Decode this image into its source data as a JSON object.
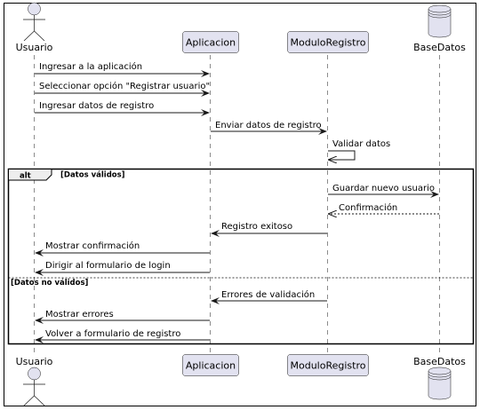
{
  "participants": [
    {
      "id": "usuario",
      "label": "Usuario",
      "kind": "actor"
    },
    {
      "id": "aplicacion",
      "label": "Aplicacion",
      "kind": "participant"
    },
    {
      "id": "modulo",
      "label": "ModuloRegistro",
      "kind": "participant"
    },
    {
      "id": "base",
      "label": "BaseDatos",
      "kind": "database"
    }
  ],
  "messages": [
    {
      "label": "Ingresar a la aplicación",
      "from": "usuario",
      "to": "aplicacion",
      "style": "solid"
    },
    {
      "label": "Seleccionar opción \"Registrar usuario\"",
      "from": "usuario",
      "to": "aplicacion",
      "style": "solid"
    },
    {
      "label": "Ingresar datos de registro",
      "from": "usuario",
      "to": "aplicacion",
      "style": "solid"
    },
    {
      "label": "Enviar datos de registro",
      "from": "aplicacion",
      "to": "modulo",
      "style": "solid"
    },
    {
      "label": "Validar datos",
      "from": "modulo",
      "to": "modulo",
      "style": "self"
    },
    {
      "label": "Guardar nuevo usuario",
      "from": "modulo",
      "to": "base",
      "style": "solid"
    },
    {
      "label": "Confirmación",
      "from": "base",
      "to": "modulo",
      "style": "dashed"
    },
    {
      "label": "Registro exitoso",
      "from": "modulo",
      "to": "aplicacion",
      "style": "solid"
    },
    {
      "label": "Mostrar confirmación",
      "from": "aplicacion",
      "to": "usuario",
      "style": "solid"
    },
    {
      "label": "Dirigir al formulario de login",
      "from": "aplicacion",
      "to": "usuario",
      "style": "solid"
    },
    {
      "label": "Errores de validación",
      "from": "modulo",
      "to": "aplicacion",
      "style": "solid"
    },
    {
      "label": "Mostrar errores",
      "from": "aplicacion",
      "to": "usuario",
      "style": "solid"
    },
    {
      "label": "Volver a formulario de registro",
      "from": "aplicacion",
      "to": "usuario",
      "style": "solid"
    }
  ],
  "fragment": {
    "keyword": "alt",
    "guard1": "[Datos válidos]",
    "guard2": "[Datos no válidos]"
  }
}
